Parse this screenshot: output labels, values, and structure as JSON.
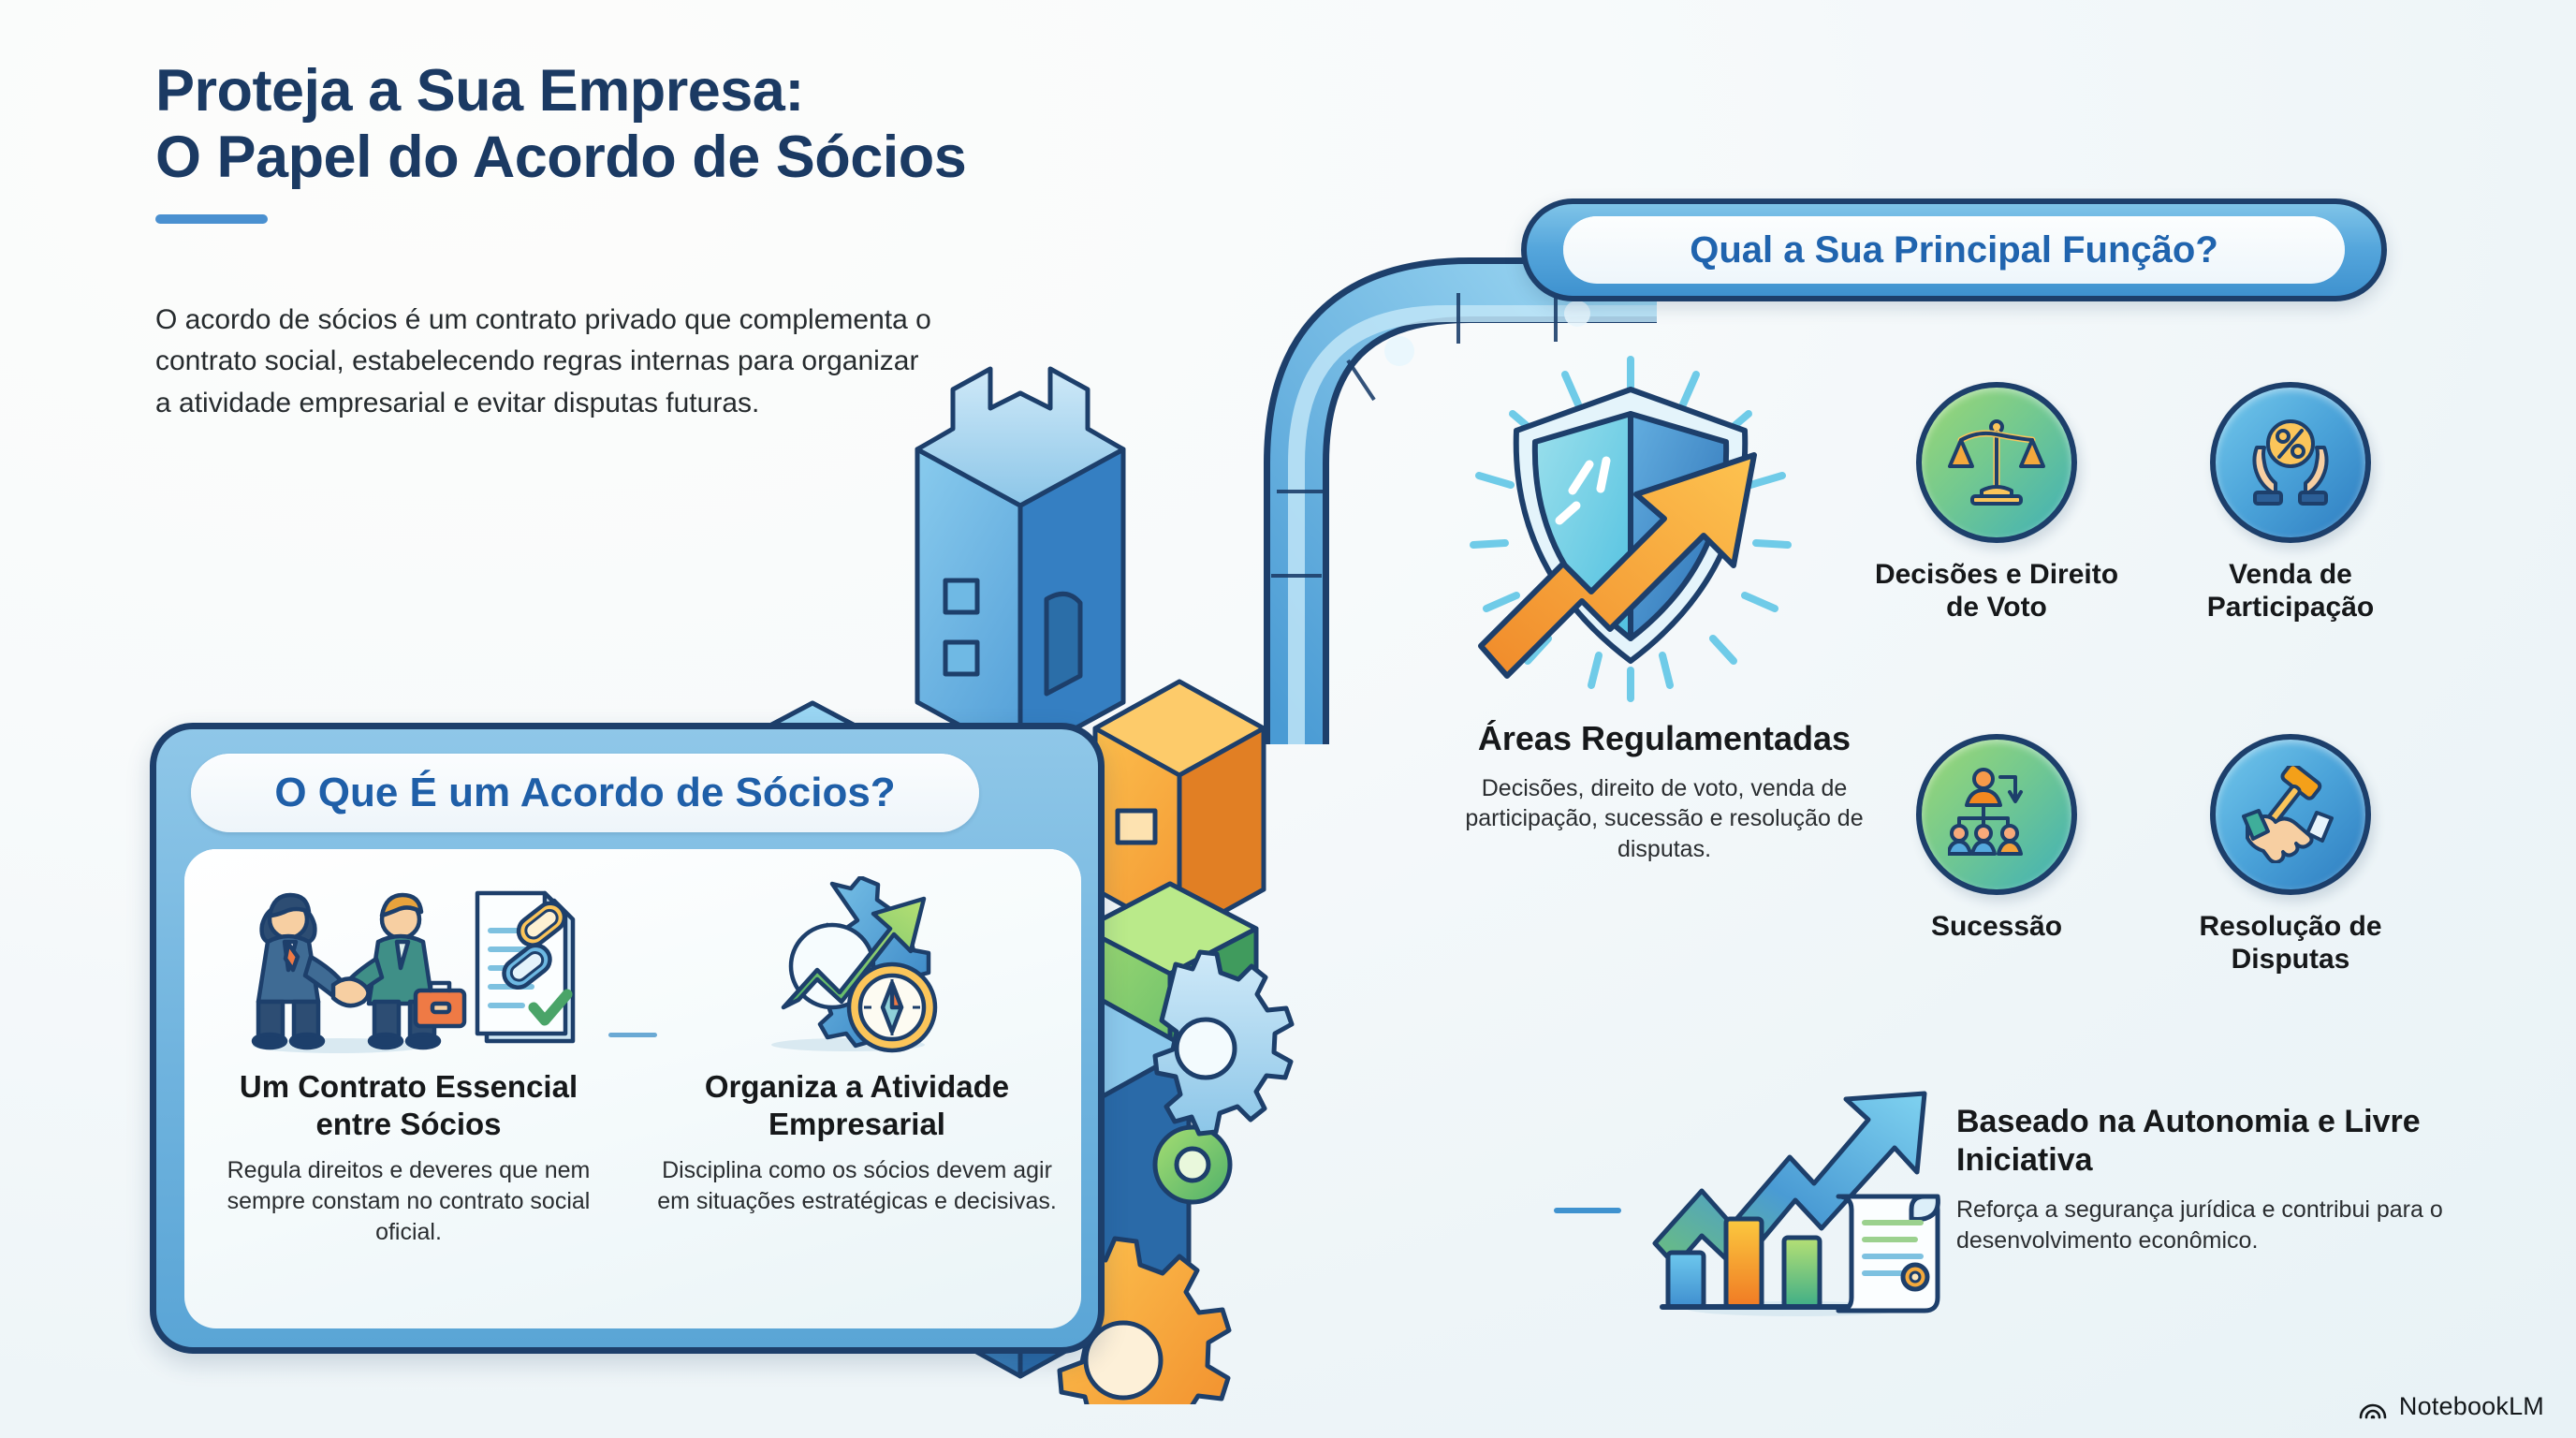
{
  "title": {
    "line1": "Proteja a Sua Empresa:",
    "line2": "O Papel do Acordo de Sócios"
  },
  "intro": "O acordo de sócios é um contrato privado que complementa o contrato social, estabelecendo regras internas para organizar a atividade empresarial e evitar disputas futuras.",
  "left_card": {
    "header": "O Que É um Acordo de Sócios?",
    "columns": [
      {
        "icon": "handshake-document-icon",
        "heading": "Um Contrato Essencial entre Sócios",
        "body": "Regula direitos e deveres que nem sempre constam no contrato social oficial."
      },
      {
        "icon": "gear-compass-growth-icon",
        "heading": "Organiza a Atividade Empresarial",
        "body": "Disciplina como os sócios devem agir em situações estratégicas e decisivas."
      }
    ]
  },
  "right_panel": {
    "header": "Qual a Sua Principal Função?",
    "shield_feature": {
      "icon": "shield-growth-arrow-icon",
      "heading": "Áreas Regulamentadas",
      "body": "Decisões, direito de voto, venda de participação, sucessão e resolução de disputas."
    },
    "icons": [
      {
        "icon": "scales-of-justice-icon",
        "label": "Decisões e Direito de Voto",
        "color": "#74c98f"
      },
      {
        "icon": "hands-percent-icon",
        "label": "Venda de Participação",
        "color": "#4ba3d9"
      },
      {
        "icon": "org-chart-succession-icon",
        "label": "Sucessão",
        "color": "#74c98f"
      },
      {
        "icon": "gavel-handshake-icon",
        "label": "Resolução de Disputas",
        "color": "#4ba3d9"
      }
    ],
    "growth_feature": {
      "icon": "bar-chart-growth-scroll-icon",
      "heading": "Baseado na Autonomia e Livre Iniciativa",
      "body": "Reforça a segurança jurídica e contribui para o desenvolvimento econômico."
    }
  },
  "center_illustration": {
    "icon": "isometric-building-blocks-castle-icon"
  },
  "watermark": {
    "icon": "notebooklm-logo-icon",
    "label": "NotebookLM"
  },
  "colors": {
    "title": "#1b3a63",
    "accent": "#4a90d0",
    "card_border": "#1d3f6b",
    "card_fill": "#6fb3de",
    "header_text": "#2064ae",
    "orange": "#f7941e",
    "green": "#7ec850"
  }
}
